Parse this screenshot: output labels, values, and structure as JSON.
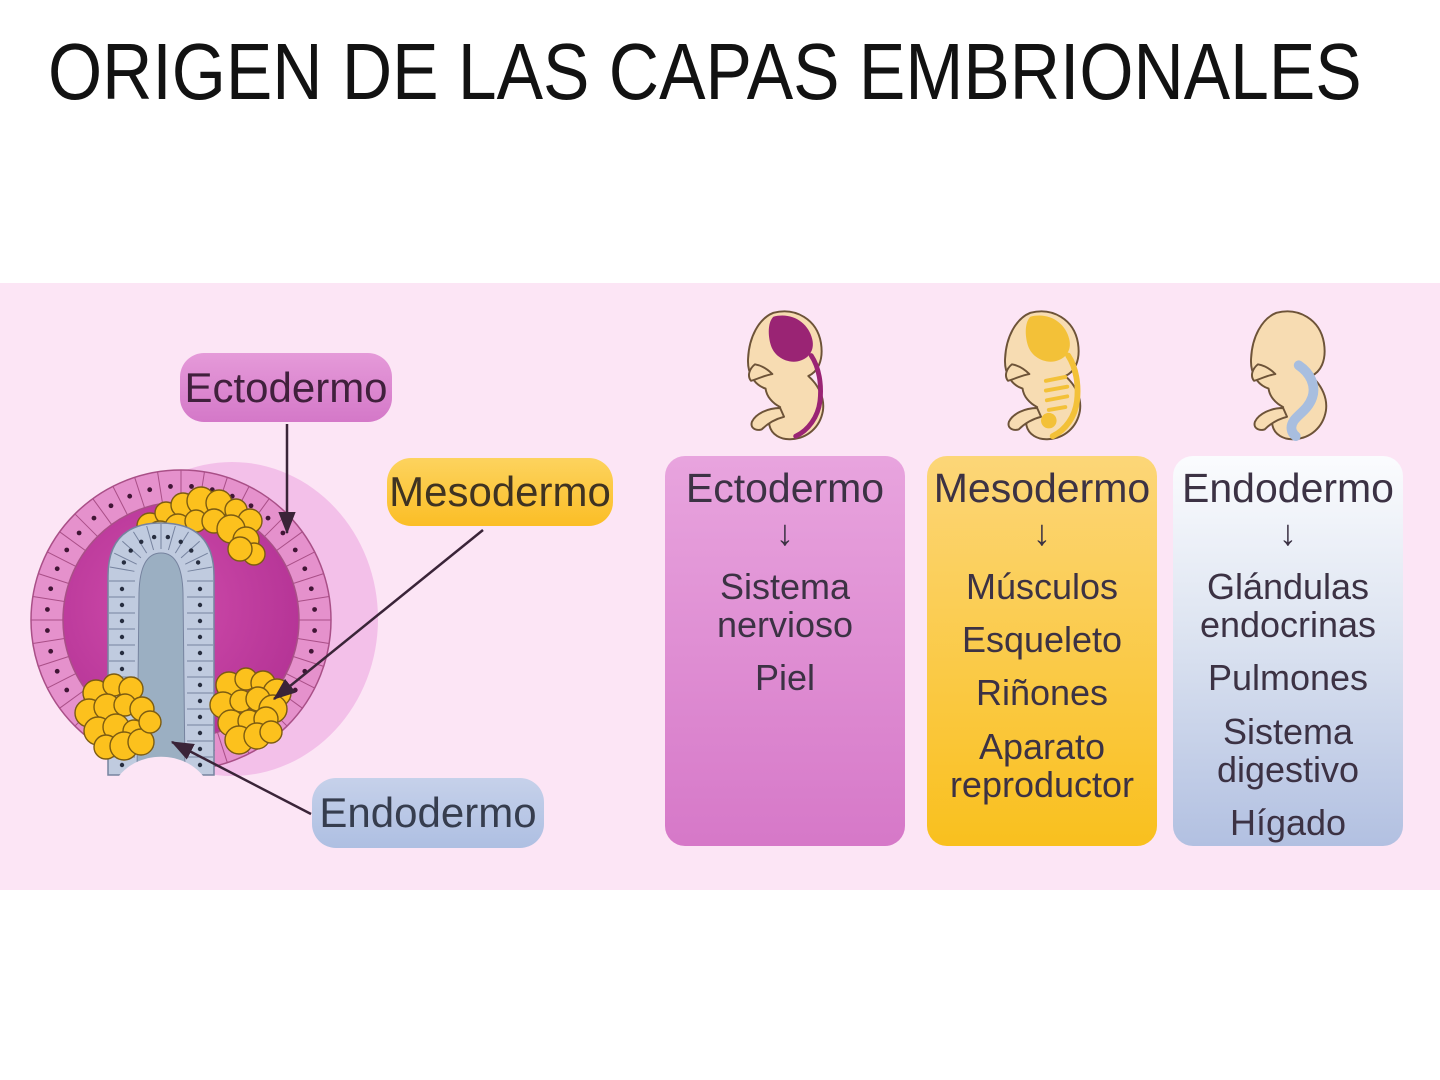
{
  "title": "ORIGEN DE LAS CAPAS EMBRIONALES",
  "figure": {
    "labels": {
      "ectodermo": "Ectodermo",
      "mesodermo": "Mesodermo",
      "endodermo": "Endodermo"
    },
    "icons": [
      "gastrula-cross-section",
      "label-arrow"
    ]
  },
  "columns": [
    {
      "name": "Ectodermo",
      "arrow": "↓",
      "organs": [
        "Sistema nervioso",
        "Piel"
      ],
      "icon": "fetus-nervous-system-icon",
      "accent": "#d678c8"
    },
    {
      "name": "Mesodermo",
      "arrow": "↓",
      "organs": [
        "Músculos",
        "Esqueleto",
        "Riñones",
        "Aparato reproductor"
      ],
      "icon": "fetus-skeleton-icon",
      "accent": "#f9c01e"
    },
    {
      "name": "Endodermo",
      "arrow": "↓",
      "organs": [
        "Glándulas endocrinas",
        "Pulmones",
        "Sistema digestivo",
        "Hígado"
      ],
      "icon": "fetus-gut-icon",
      "accent": "#b2c0e1"
    }
  ],
  "colors": {
    "page_bg": "#ffffff",
    "band_bg": "#fce5f5",
    "title_text": "#121212",
    "text_dark": "#3c3244",
    "ecto_pill_top": "#e59ad9",
    "ecto_pill_bottom": "#d478c8",
    "ecto_pill_text": "#40203c",
    "meso_pill_top": "#fdd35e",
    "meso_pill_bottom": "#fbbe26",
    "meso_pill_text": "#3f3322",
    "endo_pill_top": "#c6d1ea",
    "endo_pill_bottom": "#aebfe2",
    "endo_pill_text": "#363d4e",
    "card1_top": "#e8a4de",
    "card1_bottom": "#d678c8",
    "card2_top": "#fcd678",
    "card2_bottom": "#f9c01e",
    "card3_top": "#fbfcfe",
    "card3_mid": "#dde4f1",
    "card3_bottom": "#b2c0e1",
    "sphere": "#f3c0e9",
    "ring_fill": "#e591cc",
    "ring_line": "#a94f87",
    "ring_dot": "#401535",
    "interior_center": "#d04cab",
    "interior_edge": "#ad2d90",
    "tube_band": "#c0cbdf",
    "tube_line": "#76839f",
    "tube_cavity": "#9bafc2",
    "tube_dot": "#272e40",
    "cell_yellow": "#fcc11d",
    "cell_yellow_line": "#7c5c12",
    "fetus_skin": "#f7dcb2",
    "fetus_outline": "#6d5338",
    "ecto_highlight": "#9a2474",
    "meso_highlight": "#f3c138",
    "endo_highlight": "#a8bedf",
    "arrow_line": "#3a2438"
  }
}
